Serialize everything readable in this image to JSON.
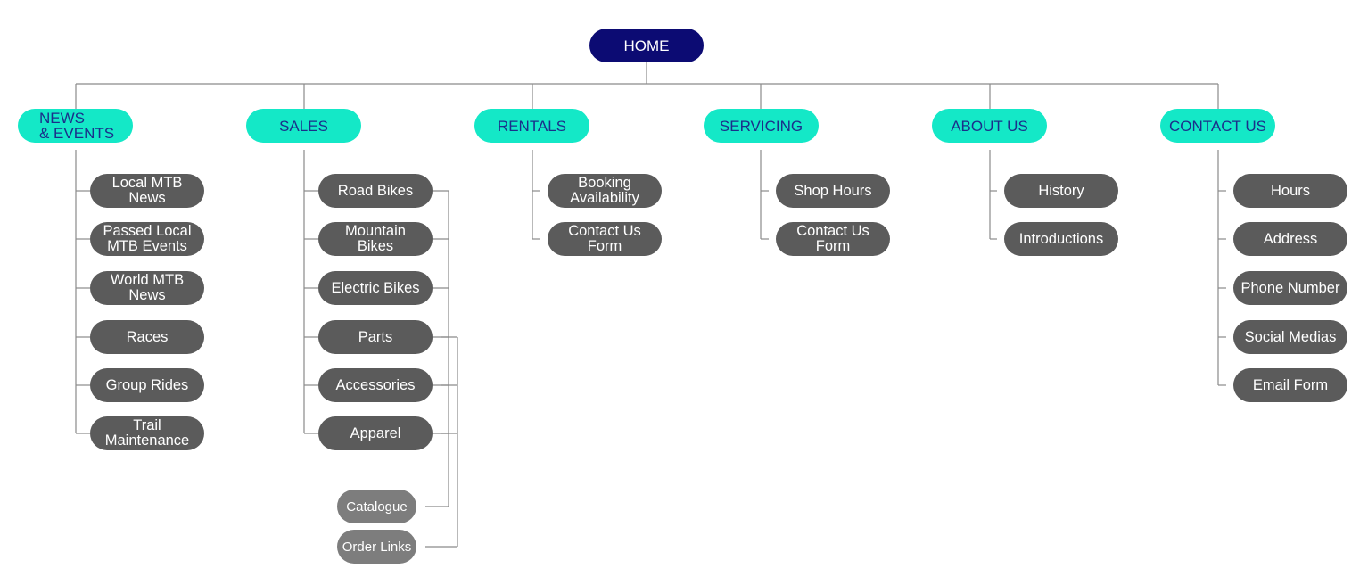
{
  "home": {
    "label": "HOME"
  },
  "categories": [
    {
      "label": "NEWS\n& EVENTS",
      "items": [
        "Local MTB\nNews",
        "Passed Local\nMTB Events",
        "World MTB\nNews",
        "Races",
        "Group Rides",
        "Trail\nMaintenance"
      ]
    },
    {
      "label": "SALES",
      "items": [
        "Road Bikes",
        "Mountain\nBikes",
        "Electric Bikes",
        "Parts",
        "Accessories",
        "Apparel"
      ],
      "extra": [
        "Catalogue",
        "Order Links"
      ]
    },
    {
      "label": "RENTALS",
      "items": [
        "Booking\nAvailability",
        "Contact Us\nForm"
      ]
    },
    {
      "label": "SERVICING",
      "items": [
        "Shop Hours",
        "Contact Us\nForm"
      ]
    },
    {
      "label": "ABOUT US",
      "items": [
        "History",
        "Introductions"
      ]
    },
    {
      "label": "CONTACT US",
      "items": [
        "Hours",
        "Address",
        "Phone Number",
        "Social Medias",
        "Email Form"
      ]
    }
  ],
  "colors": {
    "home_fill": "#0c0b73",
    "category_fill": "#14e8c7",
    "category_text": "#1b2f8a",
    "item_fill": "#5b5b5b",
    "extra_fill": "#7d7d7d",
    "connector": "#8a8a8a"
  }
}
